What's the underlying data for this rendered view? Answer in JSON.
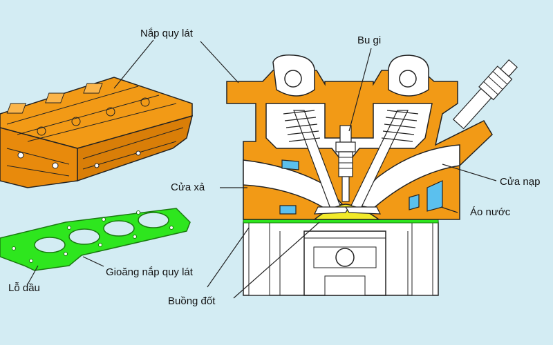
{
  "labels": {
    "cylinder_head": "Nắp quy lát",
    "spark_plug": "Bu gi",
    "exhaust_port": "Cửa xả",
    "intake_port": "Cửa nạp",
    "water_jacket": "Áo nước",
    "head_gasket": "Gioăng nắp quy lát",
    "oil_hole": "Lỗ dầu",
    "combustion_chamber": "Buồng đốt"
  },
  "colors": {
    "background": "#d3ecf3",
    "head_orange": "#f29a16",
    "gasket_green": "#2ee61e",
    "water_blue": "#5bc0ee",
    "chamber_yellow": "#f2ea2a",
    "outline": "#222222"
  }
}
